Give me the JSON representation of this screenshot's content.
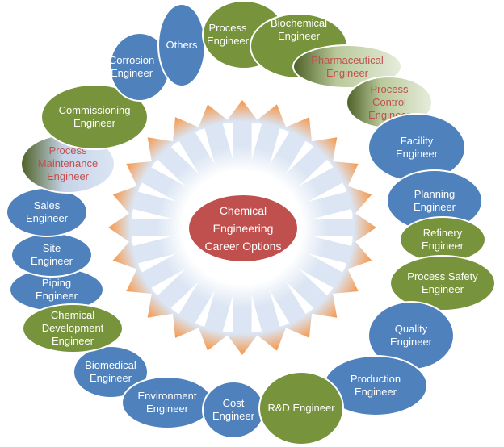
{
  "center": {
    "label": "Chemical Engineering Career Options"
  },
  "colors": {
    "blue": "#4f81bd",
    "green": "#77933c",
    "red": "#c0504d",
    "arrow_tip": "#f79646",
    "arrow_base": "#dbe5f3"
  },
  "arrow_count": 24,
  "careers": [
    {
      "label": "Process Engineer",
      "color": "green"
    },
    {
      "label": "Biochemical Engineer",
      "color": "green"
    },
    {
      "label": "Pharmaceutical Engineer",
      "color": "gradient"
    },
    {
      "label": "Process Control Engineer",
      "color": "gradient"
    },
    {
      "label": "Facility Engineer",
      "color": "blue"
    },
    {
      "label": "Planning Engineer",
      "color": "blue"
    },
    {
      "label": "Refinery Engineer",
      "color": "green"
    },
    {
      "label": "Process Safety Engineer",
      "color": "green"
    },
    {
      "label": "Quality Engineer",
      "color": "blue"
    },
    {
      "label": "Production Engineer",
      "color": "blue"
    },
    {
      "label": "R&D Engineer",
      "color": "green"
    },
    {
      "label": "Cost Engineer",
      "color": "blue"
    },
    {
      "label": "Environment Engineer",
      "color": "blue"
    },
    {
      "label": "Biomedical Engineer",
      "color": "blue"
    },
    {
      "label": "Chemical Development Engineer",
      "color": "green"
    },
    {
      "label": "Piping Engineer",
      "color": "blue"
    },
    {
      "label": "Site Engineer",
      "color": "blue"
    },
    {
      "label": "Sales Engineer",
      "color": "blue"
    },
    {
      "label": "Process Maintenance Engineer",
      "color": "gradient"
    },
    {
      "label": "Commissioning Engineer",
      "color": "green"
    },
    {
      "label": "Corrosion Engineer",
      "color": "blue"
    },
    {
      "label": "Others",
      "color": "blue"
    }
  ]
}
